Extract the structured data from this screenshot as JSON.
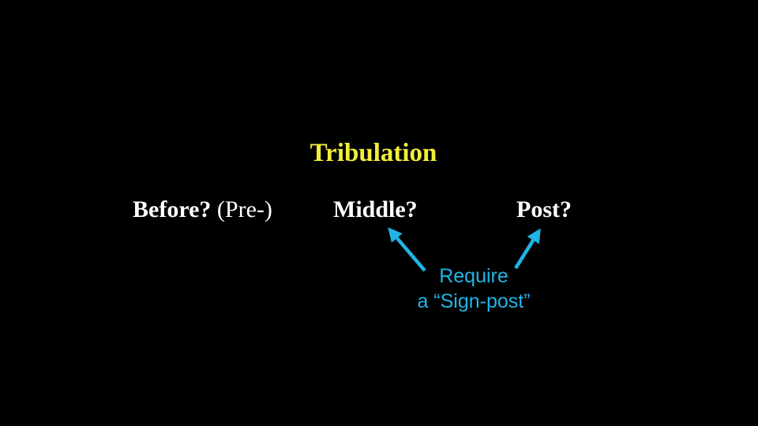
{
  "title": "Tribulation",
  "options": {
    "before": "Before?",
    "before_note": "(Pre-)",
    "middle": "Middle?",
    "post": "Post?"
  },
  "annotation": {
    "line1": "Require",
    "line2": "a “Sign-post”"
  },
  "colors": {
    "title": "#f2ee3a",
    "text": "#ffffff",
    "accent": "#1fb4e6",
    "background": "#000000"
  }
}
